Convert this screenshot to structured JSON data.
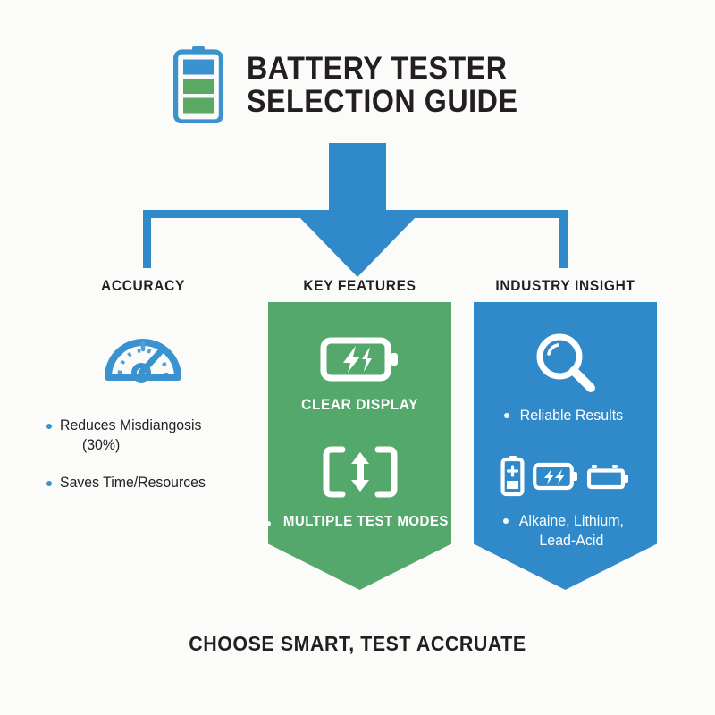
{
  "header": {
    "title_line1": "BATTERY TESTER",
    "title_line2": "SELECTION GUIDE",
    "logo_icon": "battery-icon"
  },
  "colors": {
    "blue": "#3089c8",
    "blue_light": "#3a93cf",
    "green": "#55a86b",
    "ink": "#231f20",
    "background": "#fbfbfa",
    "white": "#ffffff"
  },
  "connector": {
    "arrow_icon": "down-arrow",
    "bracket_icon": "tree-bracket"
  },
  "columns": [
    {
      "id": "accuracy",
      "header": "ACCURACY",
      "icon": "gauge-icon",
      "style": "plain",
      "bullets": [
        {
          "text": "Reduces Misdiangosis",
          "sub": "(30%)"
        },
        {
          "text": "Saves Time/Resources",
          "sub": ""
        }
      ]
    },
    {
      "id": "key-features",
      "header": "KEY FEATURES",
      "style": "panel-green",
      "blocks": [
        {
          "icon": "battery-bolt-icon",
          "caption": "CLEAR DISPLAY",
          "bulleted": false
        },
        {
          "icon": "bracket-arrows-icon",
          "caption": "MULTIPLE TEST MODES",
          "bulleted": true
        }
      ]
    },
    {
      "id": "industry-insight",
      "header": "INDUSTRY INSIGHT",
      "style": "panel-blue",
      "blocks": [
        {
          "icon": "magnifier-icon",
          "caption": "Reliable Results",
          "bulleted": true
        },
        {
          "icon": "battery-types-icons",
          "icon_list": [
            "alkaline-battery-icon",
            "lithium-battery-icon",
            "lead-acid-battery-icon"
          ],
          "caption": "Alkaine, Lithium,",
          "caption_line2": "Lead-Acid",
          "bulleted": true
        }
      ]
    }
  ],
  "footer": {
    "tagline": "CHOOSE SMART, TEST ACCRUATE"
  }
}
